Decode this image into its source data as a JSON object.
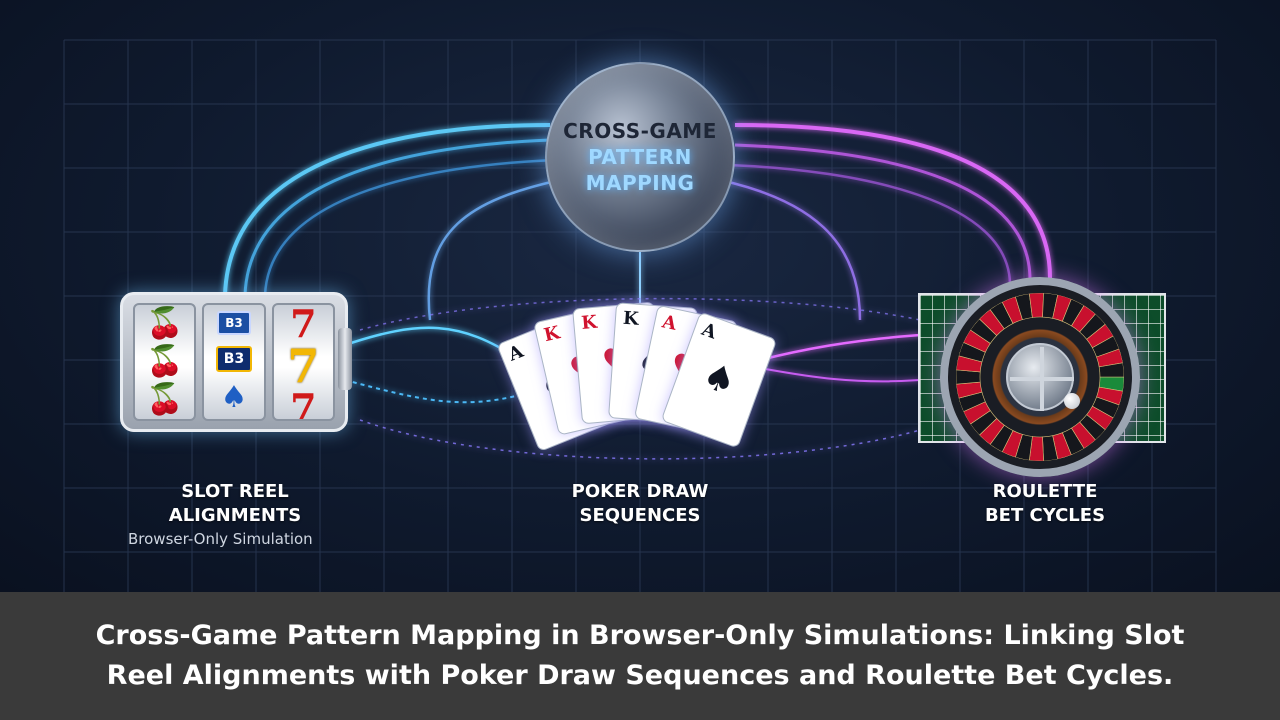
{
  "hub": {
    "line1": "CROSS-GAME",
    "line2a": "PATTERN",
    "line2b": "MAPPING"
  },
  "sections": [
    {
      "line1": "SLOT REEL",
      "line2": "ALIGNMENTS",
      "sub": "Browser-Only Simulation"
    },
    {
      "line1": "POKER DRAW",
      "line2": "SEQUENCES"
    },
    {
      "line1": "ROULETTE",
      "line2": "BET CYCLES"
    }
  ],
  "slot": {
    "bar_top": "B3",
    "bar_mid": "B3"
  },
  "cards": [
    {
      "rank": "A",
      "pip": "♠",
      "color": "black"
    },
    {
      "rank": "K",
      "pip": "♥",
      "color": "red"
    },
    {
      "rank": "K",
      "pip": "♥",
      "color": "red"
    },
    {
      "rank": "K",
      "pip": "♠",
      "color": "black"
    },
    {
      "rank": "A",
      "pip": "♥",
      "color": "red"
    },
    {
      "rank": "A",
      "pip": "♠",
      "color": "black"
    }
  ],
  "caption": {
    "line1": "Cross-Game Pattern Mapping in Browser-Only Simulations: Linking Slot",
    "line2": "Reel Alignments with Poker Draw Sequences and Roulette Bet Cycles."
  },
  "colors": {
    "cyan_link": "#5fd2ff",
    "magenta_link": "#e46bff",
    "background": "#0f1a2e",
    "caption_bg": "#3a3a3a"
  }
}
